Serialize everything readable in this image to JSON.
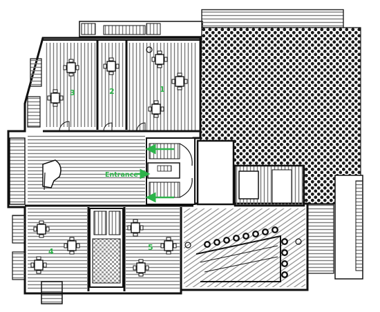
{
  "plan": {
    "room_labels": [
      "1",
      "2",
      "3",
      "4",
      "5"
    ],
    "entrance_label": "Entrance",
    "colors": {
      "label_green": "#2db34a",
      "wall": "#111111",
      "floor_line": "#7a7a7a",
      "dot_area": "#1a1a1a",
      "background": "#ffffff"
    }
  }
}
